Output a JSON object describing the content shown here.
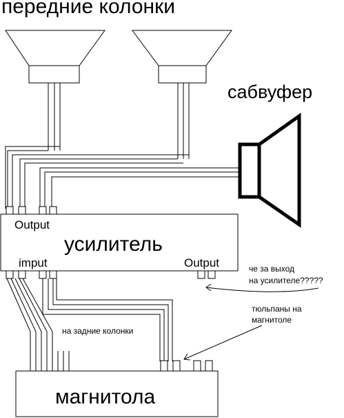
{
  "labels": {
    "front_speakers": "передние колонки",
    "subwoofer": "сабвуфер",
    "amp_output_top": "Output",
    "amplifier": "усилитель",
    "amp_input": "imput",
    "amp_output_right": "Output",
    "question_line1": "че за выход",
    "question_line2": "на усилителе?????",
    "tulips_line1": "тюльпаны на",
    "tulips_line2": "магнитоле",
    "rear_speakers": "на задние колонки",
    "head_unit": "магнитола"
  }
}
